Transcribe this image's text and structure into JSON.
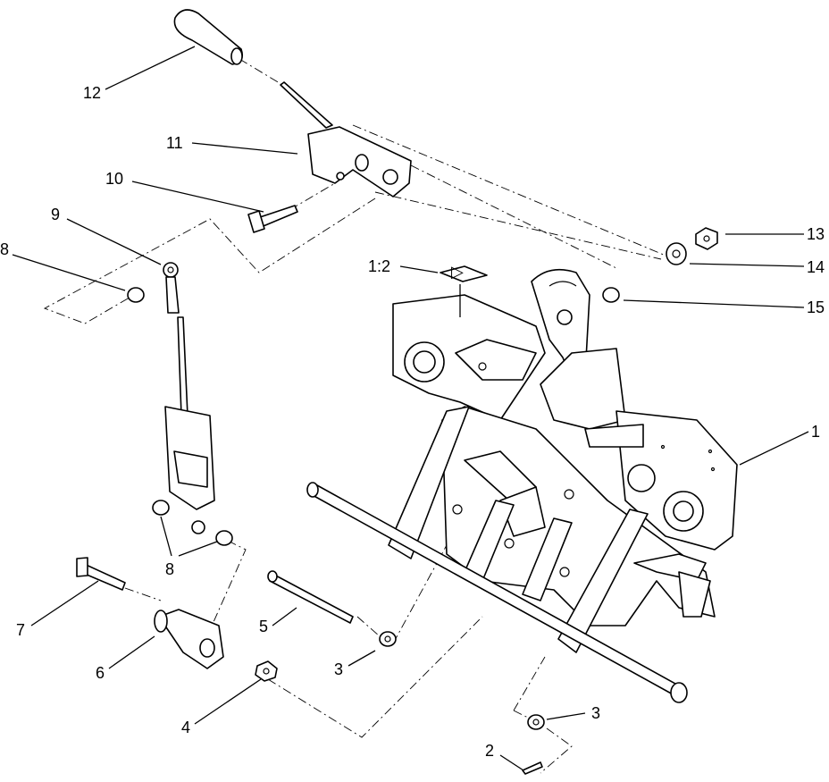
{
  "callouts": [
    {
      "id": "c12",
      "text": "12"
    },
    {
      "id": "c11",
      "text": "11"
    },
    {
      "id": "c10",
      "text": "10"
    },
    {
      "id": "c9",
      "text": "9"
    },
    {
      "id": "c8a",
      "text": "8"
    },
    {
      "id": "c8b",
      "text": "8"
    },
    {
      "id": "c7",
      "text": "7"
    },
    {
      "id": "c6",
      "text": "6"
    },
    {
      "id": "c5",
      "text": "5"
    },
    {
      "id": "c4",
      "text": "4"
    },
    {
      "id": "c3a",
      "text": "3"
    },
    {
      "id": "c3b",
      "text": "3"
    },
    {
      "id": "c2",
      "text": "2"
    },
    {
      "id": "c1",
      "text": "1"
    },
    {
      "id": "c13",
      "text": "13"
    },
    {
      "id": "c14",
      "text": "14"
    },
    {
      "id": "c15",
      "text": "15"
    },
    {
      "id": "c12x",
      "text": "1:2"
    }
  ],
  "decal_symbol": "▷"
}
